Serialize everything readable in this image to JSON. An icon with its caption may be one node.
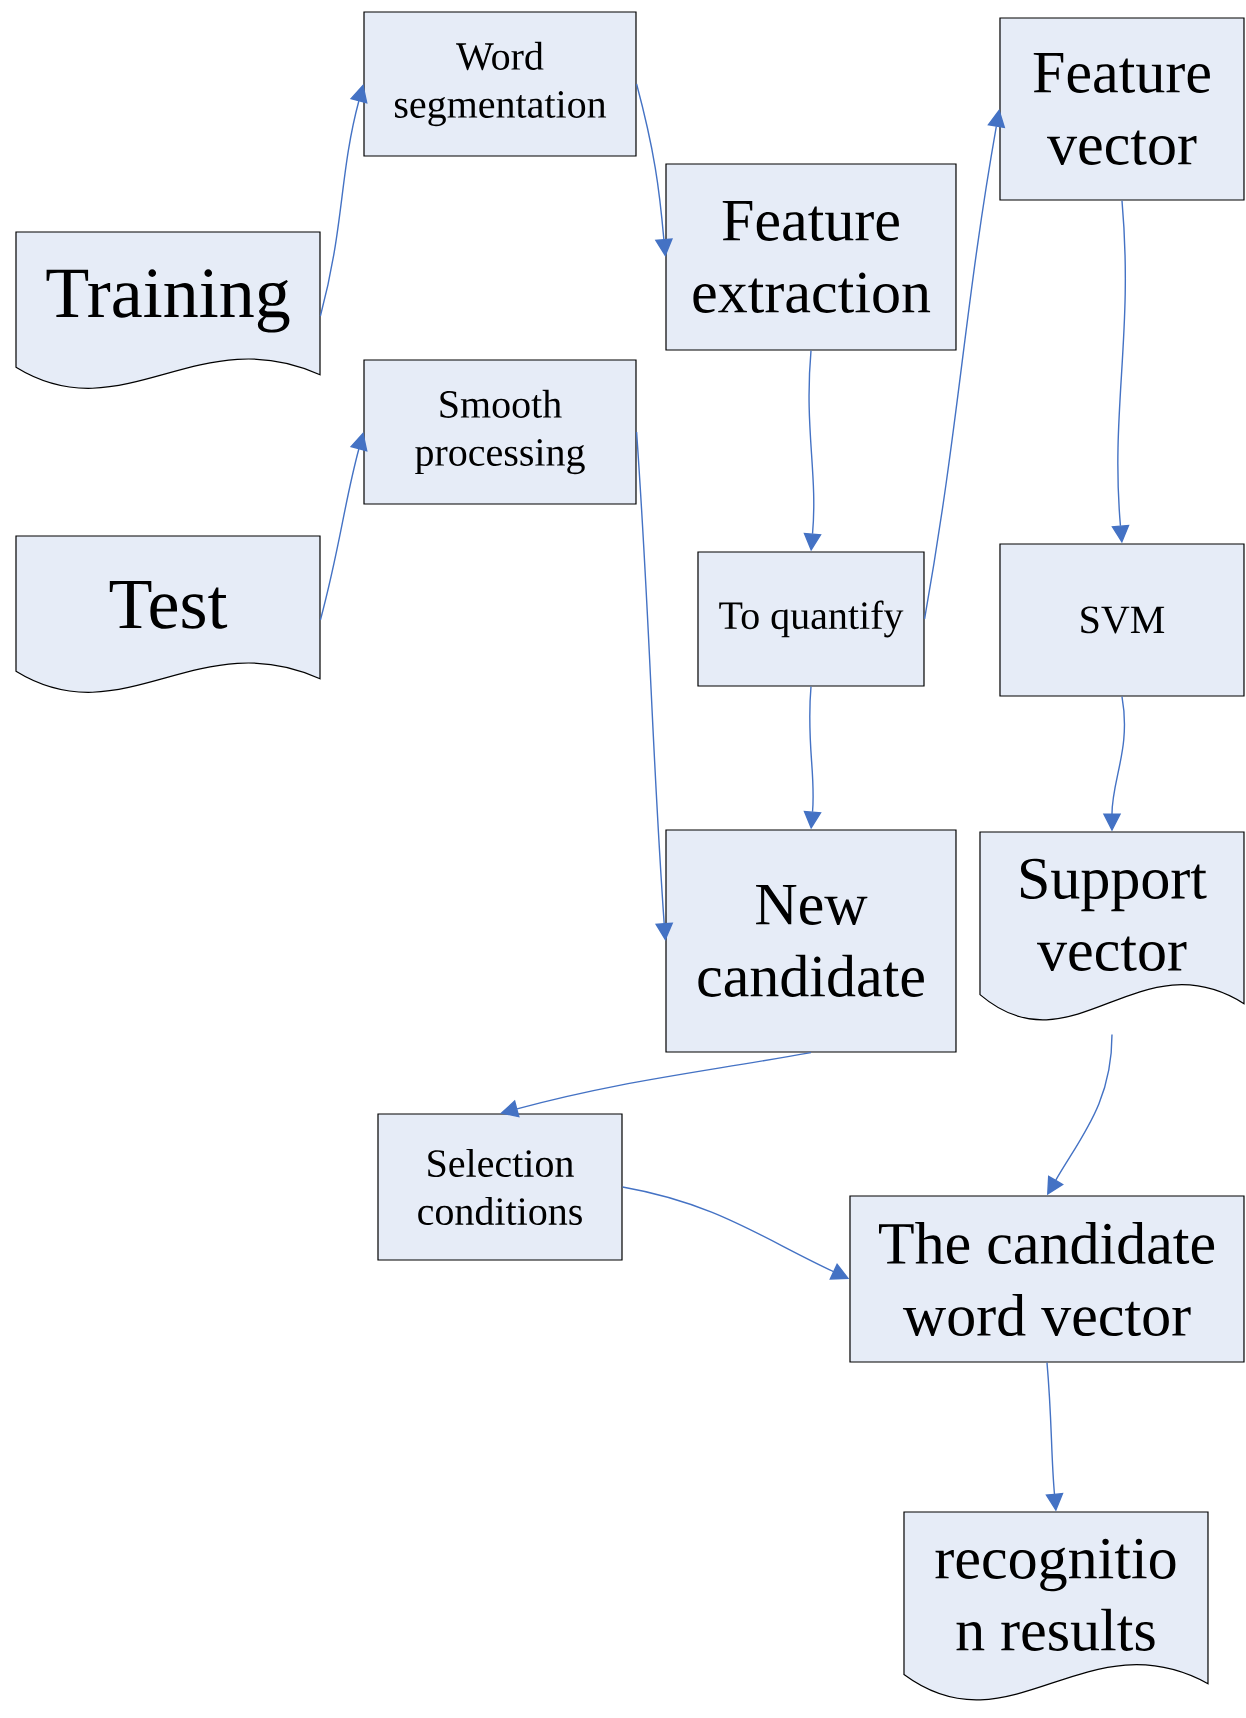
{
  "diagram": {
    "nodes": [
      {
        "text": [
          "Training"
        ]
      },
      {
        "text": [
          "Test"
        ]
      },
      {
        "text": [
          "Word segmentation"
        ]
      },
      {
        "text": [
          "Smooth processing"
        ]
      },
      {
        "text": [
          "Feature extraction"
        ]
      },
      {
        "text": [
          "To quantify"
        ]
      },
      {
        "text": [
          "New candidate"
        ]
      },
      {
        "text": [
          "Feature vector"
        ]
      },
      {
        "text": [
          "SVM"
        ]
      },
      {
        "text": [
          "Support vector"
        ]
      },
      {
        "text": [
          "Selection conditions"
        ]
      },
      {
        "text": [
          "The candidate word vector"
        ]
      },
      {
        "text": [
          "recognitio n results"
        ]
      }
    ],
    "edges": [
      {
        "from": 0,
        "to": 2,
        "arrow": "to"
      },
      {
        "from": 1,
        "to": 3,
        "arrow": "to"
      },
      {
        "from": 2,
        "to": 4,
        "arrow": "to"
      },
      {
        "from": 4,
        "to": 5,
        "arrow": "to"
      },
      {
        "from": 5,
        "to": 7,
        "arrow": "to"
      },
      {
        "from": 7,
        "to": 8,
        "arrow": "to"
      },
      {
        "from": 8,
        "to": 9,
        "arrow": "to"
      },
      {
        "from": 5,
        "to": 6,
        "arrow": "to"
      },
      {
        "from": 3,
        "to": 6,
        "arrow": "to"
      },
      {
        "from": 6,
        "to": 10,
        "arrow": "to"
      },
      {
        "from": 10,
        "to": 11,
        "arrow": "to"
      },
      {
        "from": 9,
        "to": 11,
        "arrow": "to"
      },
      {
        "from": 11,
        "to": 12,
        "arrow": "to"
      }
    ]
  }
}
